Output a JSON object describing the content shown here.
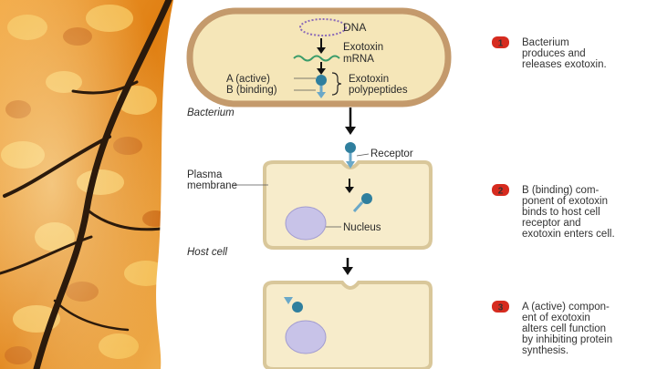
{
  "colors": {
    "bacterium_fill": "#f5e6b8",
    "bacterium_stroke": "#c49a6c",
    "cell_fill": "#f7eccb",
    "cell_stroke": "#d9c79a",
    "nucleus_fill": "#c8c3e8",
    "toxin_blue": "#2f7f9e",
    "step_badge": "#d62b1f",
    "leaf_orange": "#e8891a"
  },
  "icons": [
    "dna-ring-icon",
    "mrna-wave-icon",
    "arrow-down-icon",
    "toxin-ab-icon",
    "receptor-icon",
    "step-badge-icon"
  ],
  "diagram": {
    "labels": {
      "dna": "DNA",
      "exotoxin_mrna_1": "Exotoxin",
      "exotoxin_mrna_2": "mRNA",
      "a_active": "A (active)",
      "b_binding": "B (binding)",
      "polypeptides_1": "Exotoxin",
      "polypeptides_2": "polypeptides",
      "bacterium": "Bacterium",
      "receptor": "Receptor",
      "plasma_1": "Plasma",
      "plasma_2": "membrane",
      "nucleus": "Nucleus",
      "host_cell": "Host cell"
    },
    "steps": [
      {
        "num": "1",
        "lines": [
          "Bacterium",
          "produces and",
          "releases exotoxin."
        ]
      },
      {
        "num": "2",
        "lines": [
          "B (binding) com-",
          "ponent of exotoxin",
          "binds to host cell",
          "receptor and",
          "exotoxin enters cell."
        ]
      },
      {
        "num": "3",
        "lines": [
          "A (active) compon-",
          "ent of exotoxin",
          "alters cell function",
          "by inhibiting protein",
          "synthesis."
        ]
      }
    ]
  }
}
